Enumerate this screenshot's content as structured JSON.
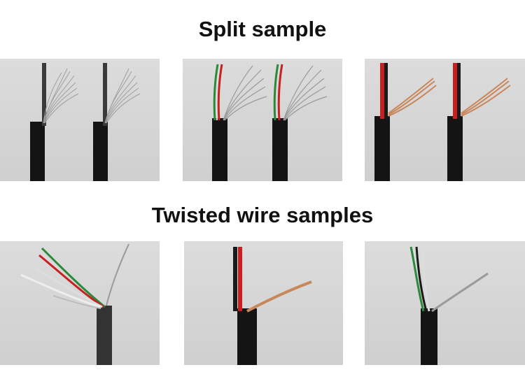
{
  "headings": {
    "split": "Split sample",
    "twisted": "Twisted wire samples"
  },
  "colors": {
    "background": "#d6d6d6",
    "cable_jacket": "#141414",
    "silver_strands": "#9a9a9a",
    "copper_strands": "#c8875a",
    "red_wire": "#c82020",
    "green_wire": "#2a8a3a"
  },
  "photos": [
    {
      "id": "split-silver-strands",
      "section": "split"
    },
    {
      "id": "split-multicore-silver",
      "section": "split"
    },
    {
      "id": "split-red-black-copper",
      "section": "split"
    },
    {
      "id": "twisted-multicore-fanned",
      "section": "twisted"
    },
    {
      "id": "twisted-red-black-copper",
      "section": "twisted"
    },
    {
      "id": "twisted-multicore-silver",
      "section": "twisted"
    }
  ]
}
